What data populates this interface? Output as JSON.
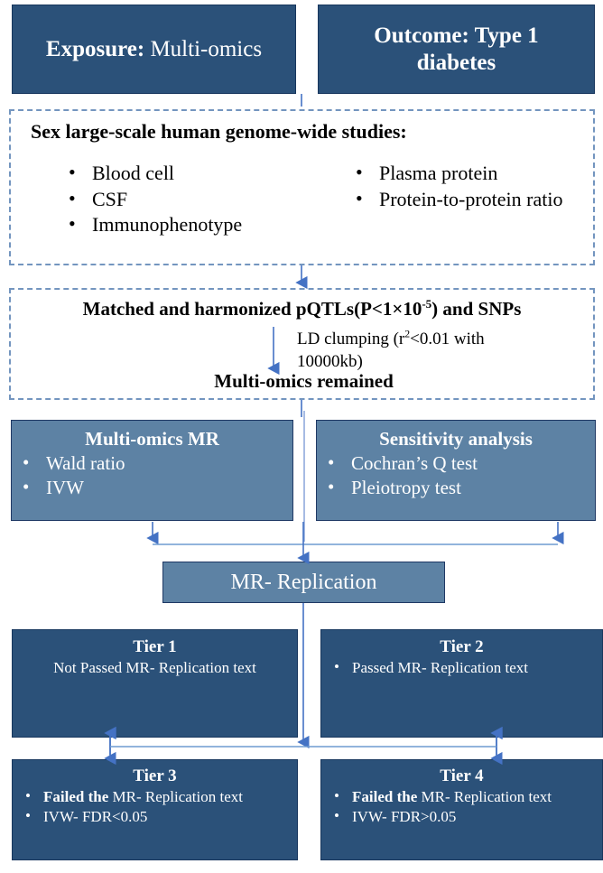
{
  "diagram": {
    "title": "Multi-omics Mendelian randomization study flowchart",
    "colors": {
      "navy": "#2b5179",
      "steel": "#5d82a4",
      "dashed_border": "#7395bf",
      "arrow": "#4472c4",
      "box_border": "#17365d"
    }
  },
  "header": {
    "exposure_bold": "Exposure:",
    "exposure_rest": " Multi-omics",
    "outcome_bold": "Outcome: Type 1",
    "outcome_rest": "diabetes"
  },
  "studies": {
    "heading": "Sex large-scale human genome-wide studies:",
    "left_items": [
      "Blood cell",
      "CSF",
      "Immunophenotype"
    ],
    "right_items": [
      "Plasma protein",
      "Protein-to-protein ratio"
    ]
  },
  "harmonize": {
    "heading_pre": "Matched and harmonized pQTLs(P<1×10",
    "heading_sup": "-5",
    "heading_post": ") and SNPs",
    "side_note_line1_pre": "LD clumping (r",
    "side_note_sup": "2",
    "side_note_line1_post": "<0.01 with",
    "side_note_line2": "10000kb)",
    "remained": "Multi-omics remained"
  },
  "analysis": {
    "mr": {
      "title": "Multi-omics MR",
      "items": [
        "Wald ratio",
        "IVW"
      ]
    },
    "sensitivity": {
      "title": "Sensitivity analysis",
      "items": [
        "Cochran’s Q test",
        "Pleiotropy test"
      ]
    }
  },
  "replication": {
    "label": "MR- Replication"
  },
  "tiers": {
    "tier1": {
      "title": "Tier 1",
      "plain_text": "Not Passed MR- Replication text"
    },
    "tier2": {
      "title": "Tier 2",
      "items": [
        "Passed MR- Replication text"
      ]
    },
    "tier3": {
      "title": "Tier 3",
      "item1_bold": "Failed the",
      "item1_rest": " MR- Replication text",
      "item2": "IVW- FDR<0.05"
    },
    "tier4": {
      "title": "Tier 4",
      "item1_bold": "Failed the",
      "item1_rest": " MR- Replication text",
      "item2": "IVW- FDR>0.05"
    }
  }
}
